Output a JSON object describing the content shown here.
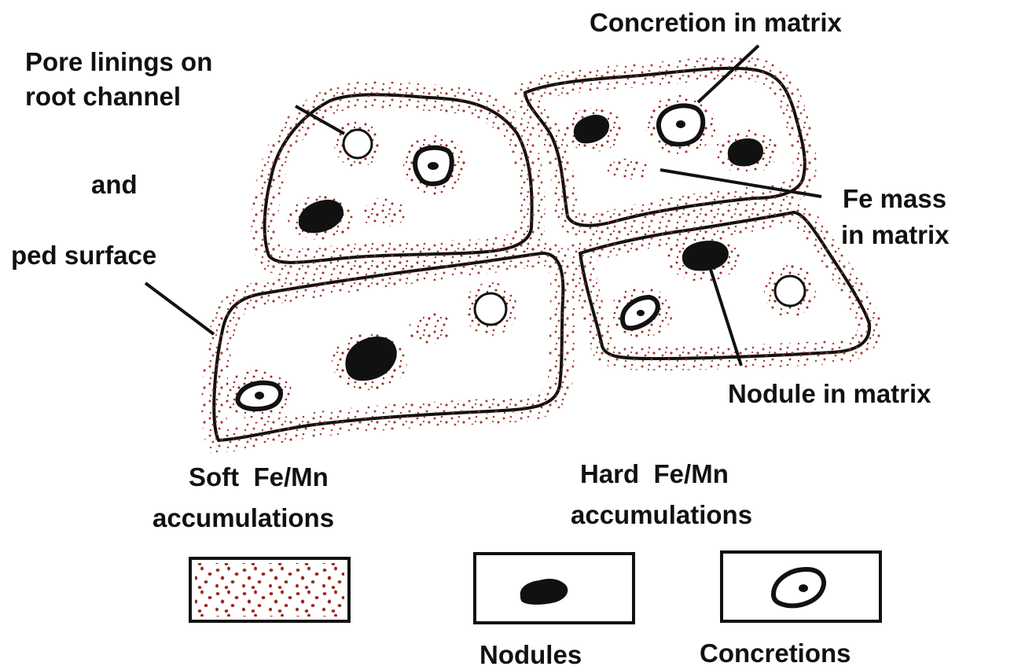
{
  "labels": {
    "concretion_in_matrix": "Concretion in matrix",
    "pore_linings_line1": "Pore linings on",
    "pore_linings_line2": "root channel",
    "and": "and",
    "ped_surface": "ped surface",
    "fe_mass_line1": "Fe mass",
    "fe_mass_line2": "in matrix",
    "nodule_in_matrix": "Nodule in matrix"
  },
  "legend": {
    "soft_line1": "Soft  Fe/Mn",
    "soft_line2": "accumulations",
    "hard_line1": "Hard  Fe/Mn",
    "hard_line2": "accumulations",
    "nodules": "Nodules",
    "concretions": "Concretions"
  },
  "colors": {
    "stipple": "#9a2a1e",
    "outline": "#111111",
    "background": "#ffffff"
  }
}
